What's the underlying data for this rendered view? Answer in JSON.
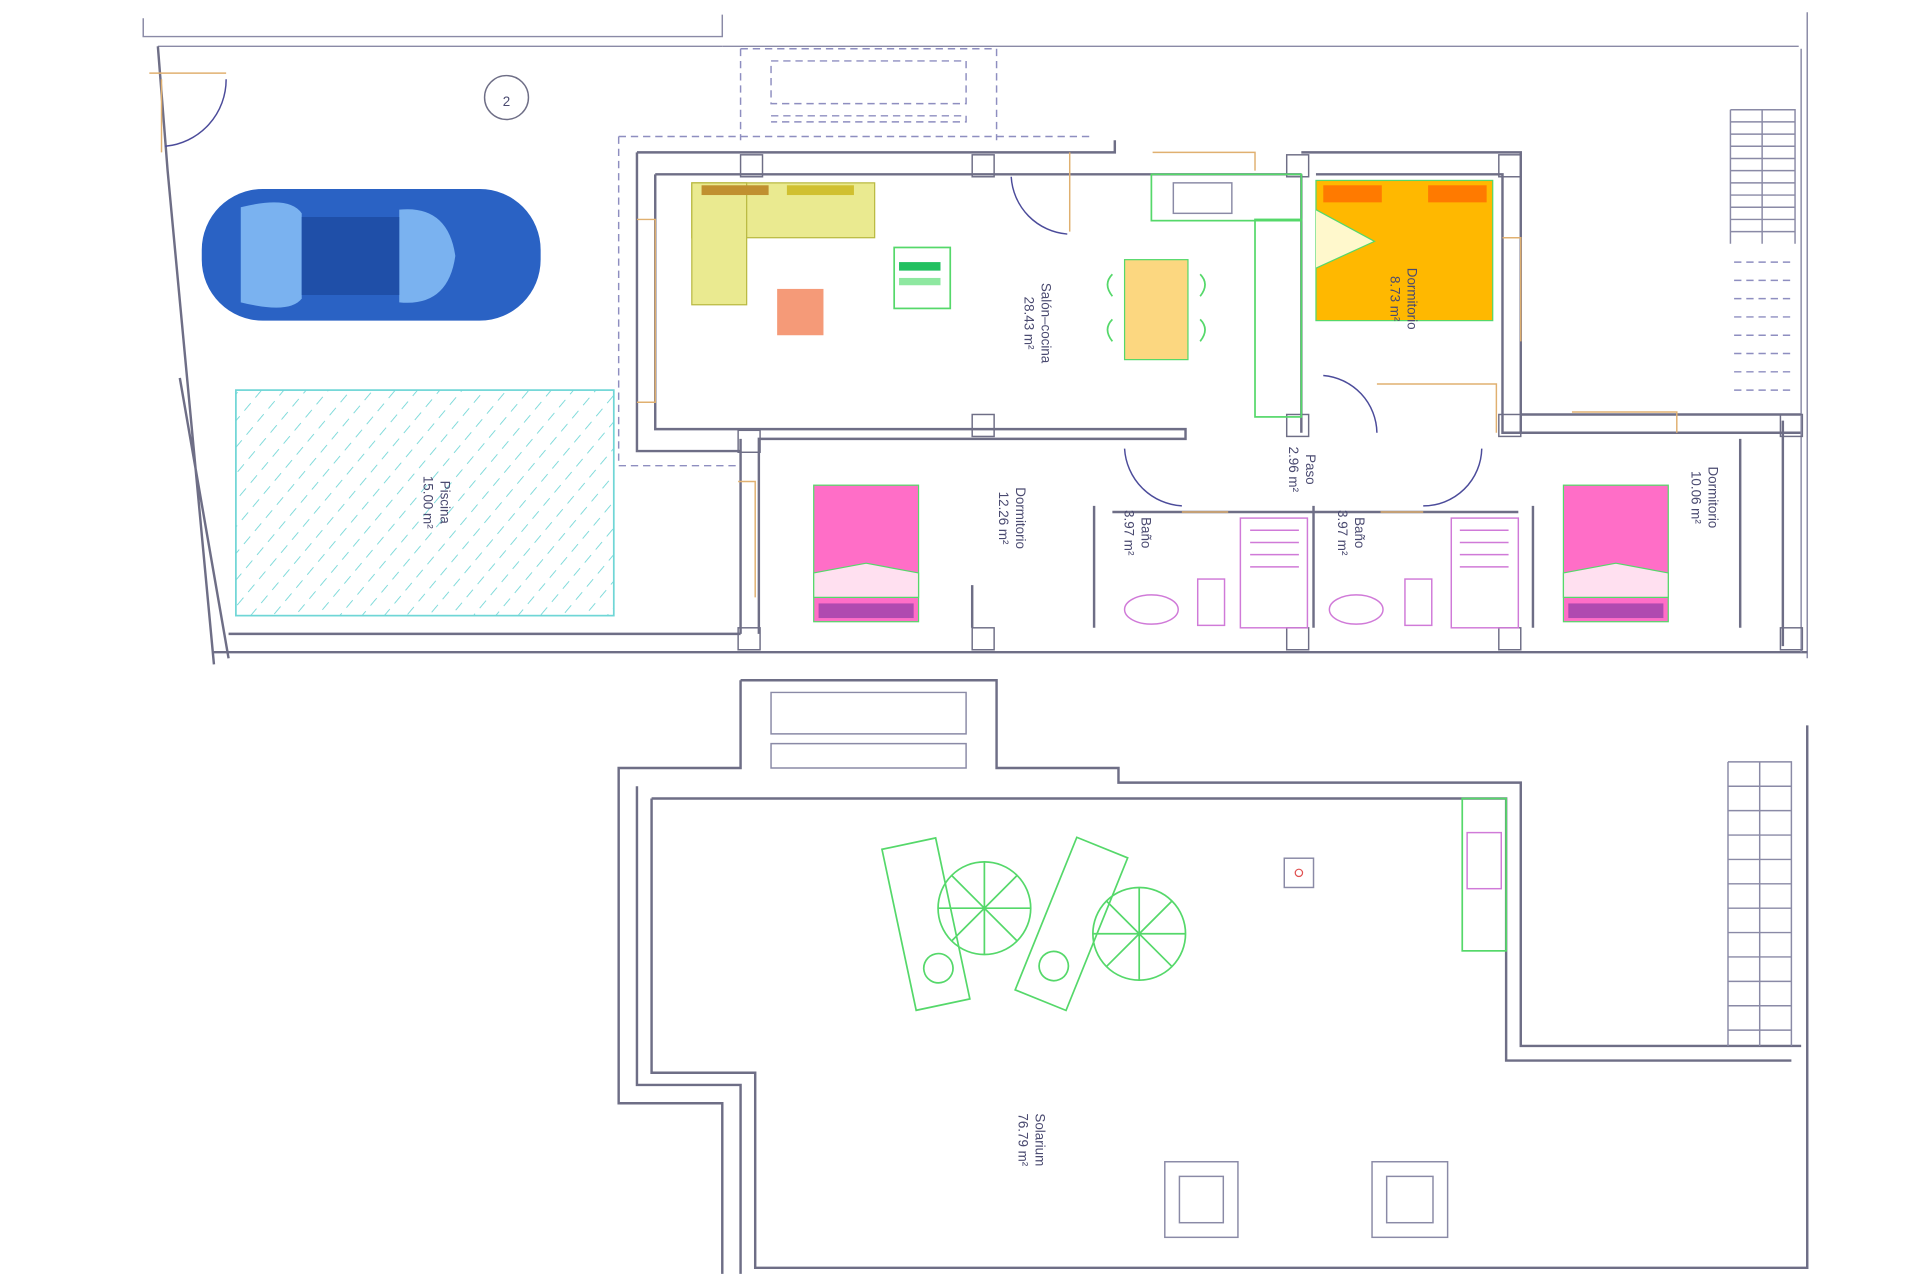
{
  "plan_number": "2",
  "rooms": [
    {
      "name": "Salón–cocina",
      "area": "28.43 m²"
    },
    {
      "name": "Dormitorio",
      "area": "8.73 m²"
    },
    {
      "name": "Paso",
      "area": "2.96 m²"
    },
    {
      "name": "Dormitorio",
      "area": "12.26 m²"
    },
    {
      "name": "Baño",
      "area": "3.97 m²"
    },
    {
      "name": "Baño",
      "area": "3.97 m²"
    },
    {
      "name": "Dormitorio",
      "area": "10.06 m²"
    },
    {
      "name": "Piscina",
      "area": "15.00 m²"
    },
    {
      "name": "Solarium",
      "area": "76.79 m²"
    }
  ],
  "colors": {
    "walls": "#6e6e86",
    "car": "#2a62c4",
    "pool": "#6fd6d6",
    "sofa": "#d4d460",
    "double_bed": "#ffb800",
    "single_bed": "#ff6ec7",
    "furniture_green": "#55d86a",
    "rug": "#f59a78"
  }
}
